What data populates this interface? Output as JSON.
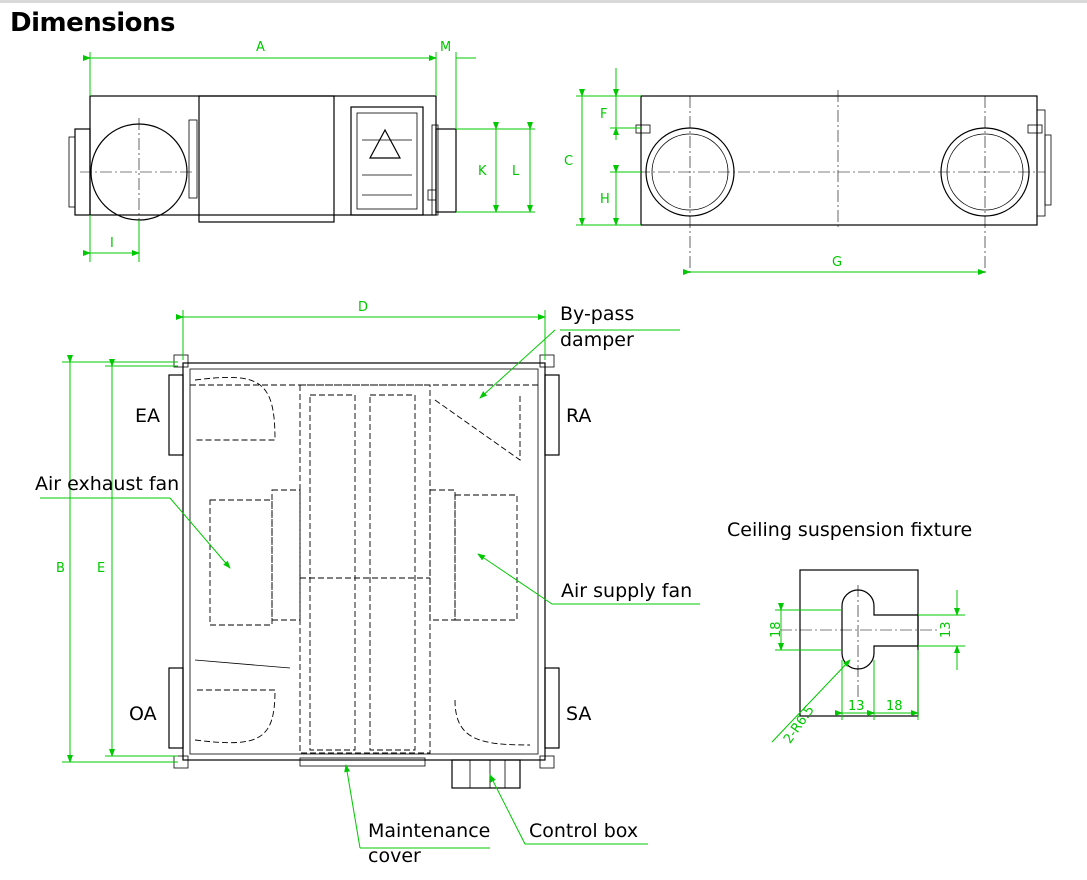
{
  "title": "Dimensions",
  "dimension_letters": {
    "A": "A",
    "M": "M",
    "I": "I",
    "K": "K",
    "L": "L",
    "C": "C",
    "F": "F",
    "H": "H",
    "G": "G",
    "D": "D",
    "B": "B",
    "E": "E"
  },
  "callouts": {
    "bypass_line1": "By-pass",
    "bypass_line2": "damper",
    "ea": "EA",
    "ra": "RA",
    "exhaust_fan": "Air exhaust fan",
    "supply_fan": "Air supply fan",
    "oa": "OA",
    "sa": "SA",
    "maintenance_line1": "Maintenance",
    "maintenance_line2": "cover",
    "control_box": "Control box",
    "fixture_title": "Ceiling suspension fixture"
  },
  "fixture_dims": {
    "left_18": "18",
    "right_13": "13",
    "bottom_13": "13",
    "bottom_18": "18",
    "radius": "2-R6.5"
  },
  "colors": {
    "dimension": "#00c800",
    "line": "#000000"
  }
}
